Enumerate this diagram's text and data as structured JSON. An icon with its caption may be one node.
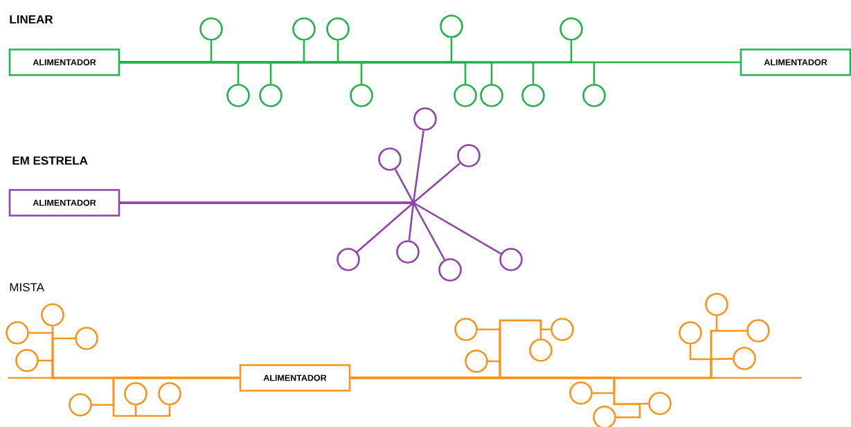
{
  "diagram": {
    "nodes": [
      {
        "text": [
          "ALIMENTADOR"
        ]
      },
      {
        "text": [
          "ALIMENTADOR"
        ]
      },
      {
        "text": [],
        "shape": "circle"
      },
      {
        "text": [],
        "shape": "circle"
      },
      {
        "text": [],
        "shape": "circle"
      },
      {
        "text": [],
        "shape": "circle"
      },
      {
        "text": [],
        "shape": "circle"
      },
      {
        "text": [],
        "shape": "circle"
      },
      {
        "text": [],
        "shape": "circle"
      },
      {
        "text": [],
        "shape": "circle"
      },
      {
        "text": [],
        "shape": "circle"
      },
      {
        "text": [],
        "shape": "circle"
      },
      {
        "text": [],
        "shape": "circle"
      },
      {
        "text": [],
        "shape": "circle"
      },
      {
        "text": [
          "ALIMENTADOR"
        ]
      },
      {
        "text": [],
        "shape": "circle"
      },
      {
        "text": [],
        "shape": "circle"
      },
      {
        "text": [],
        "shape": "circle"
      },
      {
        "text": [],
        "shape": "circle"
      },
      {
        "text": [],
        "shape": "circle"
      },
      {
        "text": [],
        "shape": "circle"
      },
      {
        "text": [],
        "shape": "circle"
      },
      {
        "text": [
          "ALIMENTADOR"
        ]
      },
      {
        "text": [],
        "shape": "circle"
      },
      {
        "text": [],
        "shape": "circle"
      },
      {
        "text": [],
        "shape": "circle"
      },
      {
        "text": [],
        "shape": "circle"
      },
      {
        "text": [],
        "shape": "circle"
      },
      {
        "text": [],
        "shape": "circle"
      },
      {
        "text": [],
        "shape": "circle"
      },
      {
        "text": [],
        "shape": "circle"
      },
      {
        "text": [],
        "shape": "circle"
      },
      {
        "text": [],
        "shape": "circle"
      },
      {
        "text": [],
        "shape": "circle"
      },
      {
        "text": [],
        "shape": "circle"
      },
      {
        "text": [],
        "shape": "circle"
      },
      {
        "text": [],
        "shape": "circle"
      },
      {
        "text": [],
        "shape": "circle"
      },
      {
        "text": [],
        "shape": "circle"
      },
      {
        "text": [],
        "shape": "circle"
      },
      {
        "text": [],
        "shape": "circle"
      }
    ],
    "edges": [
      {
        "from": 0,
        "to": 1,
        "arrow": "none",
        "color": "#22b24c"
      },
      {
        "from": 0,
        "to": 2,
        "arrow": "none",
        "color": "#22b24c"
      },
      {
        "from": 0,
        "to": 3,
        "arrow": "none",
        "color": "#22b24c"
      },
      {
        "from": 0,
        "to": 4,
        "arrow": "none",
        "color": "#22b24c"
      },
      {
        "from": 0,
        "to": 5,
        "arrow": "none",
        "color": "#22b24c"
      },
      {
        "from": 0,
        "to": 6,
        "arrow": "none",
        "color": "#22b24c"
      },
      {
        "from": 0,
        "to": 7,
        "arrow": "none",
        "color": "#22b24c"
      },
      {
        "from": 0,
        "to": 8,
        "arrow": "none",
        "color": "#22b24c"
      },
      {
        "from": 0,
        "to": 9,
        "arrow": "none",
        "color": "#22b24c"
      },
      {
        "from": 0,
        "to": 10,
        "arrow": "none",
        "color": "#22b24c"
      },
      {
        "from": 0,
        "to": 11,
        "arrow": "none",
        "color": "#22b24c"
      },
      {
        "from": 0,
        "to": 12,
        "arrow": "none",
        "color": "#22b24c"
      },
      {
        "from": 0,
        "to": 13,
        "arrow": "none",
        "color": "#22b24c"
      },
      {
        "from": 14,
        "to": 15,
        "arrow": "none",
        "color": "#8e44a8"
      },
      {
        "from": 14,
        "to": 16,
        "arrow": "none",
        "color": "#8e44a8"
      },
      {
        "from": 14,
        "to": 17,
        "arrow": "none",
        "color": "#8e44a8"
      },
      {
        "from": 14,
        "to": 18,
        "arrow": "none",
        "color": "#8e44a8"
      },
      {
        "from": 14,
        "to": 19,
        "arrow": "none",
        "color": "#8e44a8"
      },
      {
        "from": 14,
        "to": 20,
        "arrow": "none",
        "color": "#8e44a8"
      },
      {
        "from": 14,
        "to": 21,
        "arrow": "none",
        "color": "#8e44a8"
      },
      {
        "from": 22,
        "to": 23,
        "arrow": "none",
        "color": "#f7941d"
      },
      {
        "from": 22,
        "to": 24,
        "arrow": "none",
        "color": "#f7941d"
      },
      {
        "from": 22,
        "to": 25,
        "arrow": "none",
        "color": "#f7941d"
      },
      {
        "from": 22,
        "to": 26,
        "arrow": "none",
        "color": "#f7941d"
      },
      {
        "from": 22,
        "to": 27,
        "arrow": "none",
        "color": "#f7941d"
      },
      {
        "from": 22,
        "to": 28,
        "arrow": "none",
        "color": "#f7941d"
      },
      {
        "from": 22,
        "to": 29,
        "arrow": "none",
        "color": "#f7941d"
      },
      {
        "from": 22,
        "to": 30,
        "arrow": "none",
        "color": "#f7941d"
      },
      {
        "from": 22,
        "to": 31,
        "arrow": "none",
        "color": "#f7941d"
      },
      {
        "from": 22,
        "to": 32,
        "arrow": "none",
        "color": "#f7941d"
      },
      {
        "from": 22,
        "to": 33,
        "arrow": "none",
        "color": "#f7941d"
      },
      {
        "from": 22,
        "to": 34,
        "arrow": "none",
        "color": "#f7941d"
      },
      {
        "from": 22,
        "to": 35,
        "arrow": "none",
        "color": "#f7941d"
      },
      {
        "from": 22,
        "to": 36,
        "arrow": "none",
        "color": "#f7941d"
      },
      {
        "from": 22,
        "to": 37,
        "arrow": "none",
        "color": "#f7941d"
      },
      {
        "from": 22,
        "to": 38,
        "arrow": "none",
        "color": "#f7941d"
      },
      {
        "from": 22,
        "to": 39,
        "arrow": "none",
        "color": "#f7941d"
      },
      {
        "from": 22,
        "to": 40,
        "arrow": "none",
        "color": "#f7941d"
      }
    ],
    "labels": [
      "LINEAR",
      "EM ESTRELA",
      "MISTA"
    ]
  }
}
